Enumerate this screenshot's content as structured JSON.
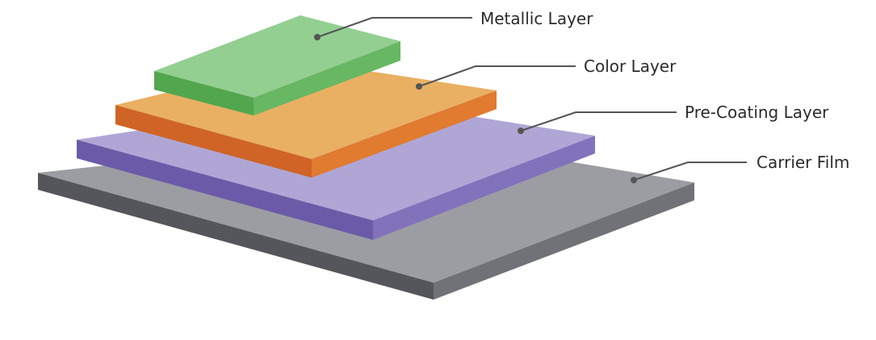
{
  "diagram": {
    "layers": [
      {
        "id": "carrier",
        "label": "Carrier Film",
        "colors": {
          "top": "#9b9da3",
          "left": "#55565c",
          "right": "#707278"
        }
      },
      {
        "id": "precoating",
        "label": "Pre-Coating Layer",
        "colors": {
          "top": "#afa6d6",
          "left": "#6b5aa8",
          "right": "#8272bc"
        }
      },
      {
        "id": "color",
        "label": "Color Layer",
        "colors": {
          "top": "#e9b063",
          "left": "#cf6426",
          "right": "#e07b30"
        }
      },
      {
        "id": "metallic",
        "label": "Metallic Layer",
        "colors": {
          "top": "#93cf91",
          "left": "#52a64e",
          "right": "#67b763"
        }
      }
    ]
  }
}
